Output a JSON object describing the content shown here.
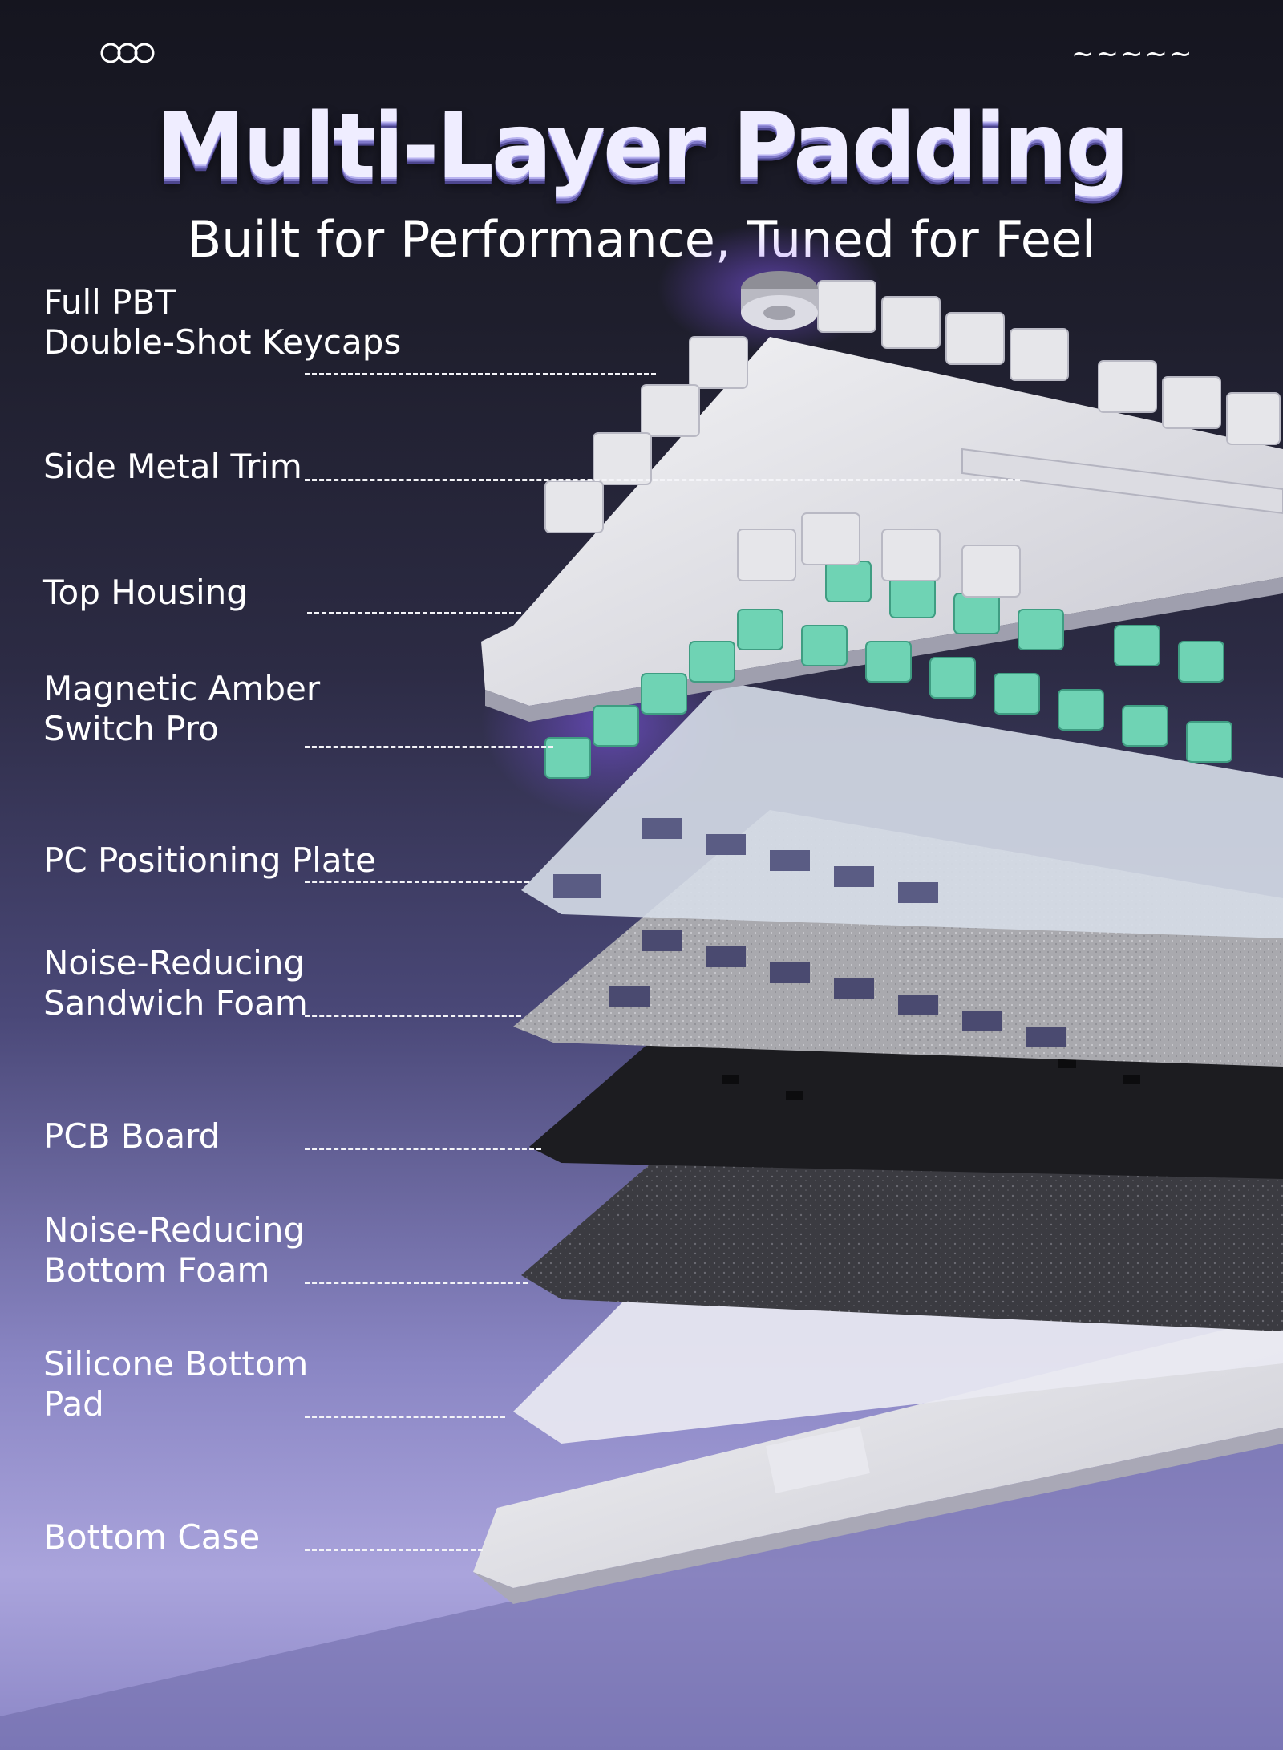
{
  "brand": {
    "logo_icon": "three-rings-logo-icon",
    "wave_text": "~~~~~"
  },
  "header": {
    "title": "Multi-Layer Padding",
    "subtitle": "Built for Performance, Tuned for Feel"
  },
  "layers": [
    {
      "lines": [
        "Full PBT",
        "Double-Shot Keycaps"
      ]
    },
    {
      "lines": [
        "Side Metal Trim"
      ]
    },
    {
      "lines": [
        "Top Housing"
      ]
    },
    {
      "lines": [
        "Magnetic Amber",
        "Switch Pro"
      ]
    },
    {
      "lines": [
        "PC Positioning Plate"
      ]
    },
    {
      "lines": [
        "Noise-Reducing",
        "Sandwich Foam"
      ]
    },
    {
      "lines": [
        "PCB Board"
      ]
    },
    {
      "lines": [
        "Noise-Reducing",
        "Bottom Foam"
      ]
    },
    {
      "lines": [
        "Silicone Bottom",
        "Pad"
      ]
    },
    {
      "lines": [
        "Bottom Case"
      ]
    }
  ],
  "colors": {
    "switch_green": "#6fd3b4",
    "keycap_white": "#e6e6ea",
    "pcb_black": "#1c1c20",
    "foam_gray": "#3a3a40",
    "background_top": "#15151f",
    "background_bottom": "#aaa4dc"
  }
}
